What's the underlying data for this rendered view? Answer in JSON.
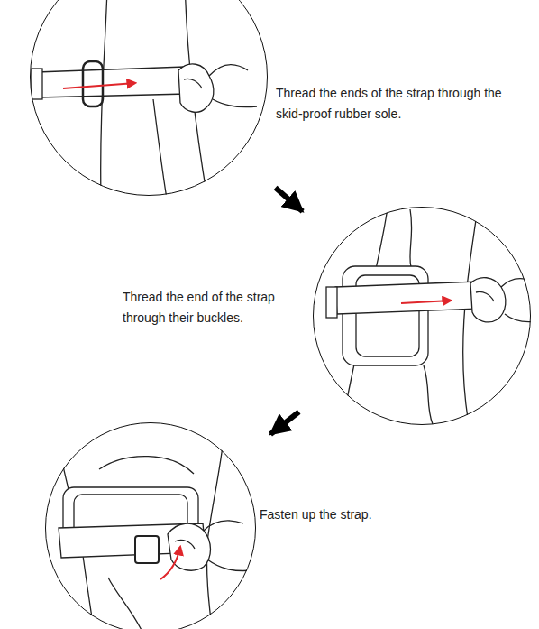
{
  "diagram": {
    "nodes": [
      {
        "text": [
          "Thread the ends of the strap through the skid-proof rubber sole."
        ]
      },
      {
        "text": [
          "Thread the end of the strap through their buckles."
        ]
      },
      {
        "text": [
          "Fasten up the strap."
        ]
      }
    ],
    "edges": [
      {
        "from": 0,
        "to": 1,
        "arrow": "to"
      },
      {
        "from": 1,
        "to": 2,
        "arrow": "to"
      }
    ]
  }
}
